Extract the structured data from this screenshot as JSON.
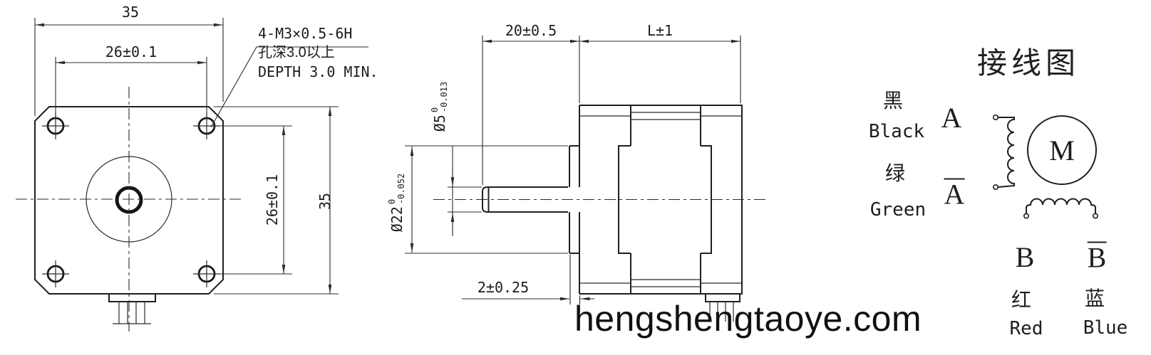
{
  "colors": {
    "line": "#1f1f1f",
    "dim": "#2b2b2b",
    "background": "#ffffff",
    "watermark": "#111111"
  },
  "front_view": {
    "dim_width_top": "35",
    "dim_hole_pitch_top": "26±0.1",
    "dim_hole_pitch_right": "26±0.1",
    "dim_height_right": "35",
    "thread_note": {
      "line1": "4-M3×0.5-6H",
      "line2": "孔深3.0以上",
      "line3": "DEPTH 3.0 MIN."
    }
  },
  "side_view": {
    "dim_shaft_length": "20±0.5",
    "dim_body_length": "L±1",
    "dim_pilot_depth": "2±0.25",
    "shaft_dia": {
      "nominal": "Ø5",
      "tol_upper": "0",
      "tol_lower": "-0.013"
    },
    "pilot_dia": {
      "nominal": "Ø22",
      "tol_upper": "0",
      "tol_lower": "-0.052"
    }
  },
  "wiring_diagram": {
    "title": "接线图",
    "motor_label": "M",
    "leads": {
      "a": {
        "phase": "A",
        "color_cn": "黑",
        "color_en": "Black"
      },
      "a_bar": {
        "phase": "A",
        "color_cn": "绿",
        "color_en": "Green"
      },
      "b": {
        "phase": "B",
        "color_cn": "红",
        "color_en": "Red"
      },
      "b_bar": {
        "phase": "B",
        "color_cn": "蓝",
        "color_en": "Blue"
      }
    }
  },
  "watermark": "hengshengtaoye.com"
}
